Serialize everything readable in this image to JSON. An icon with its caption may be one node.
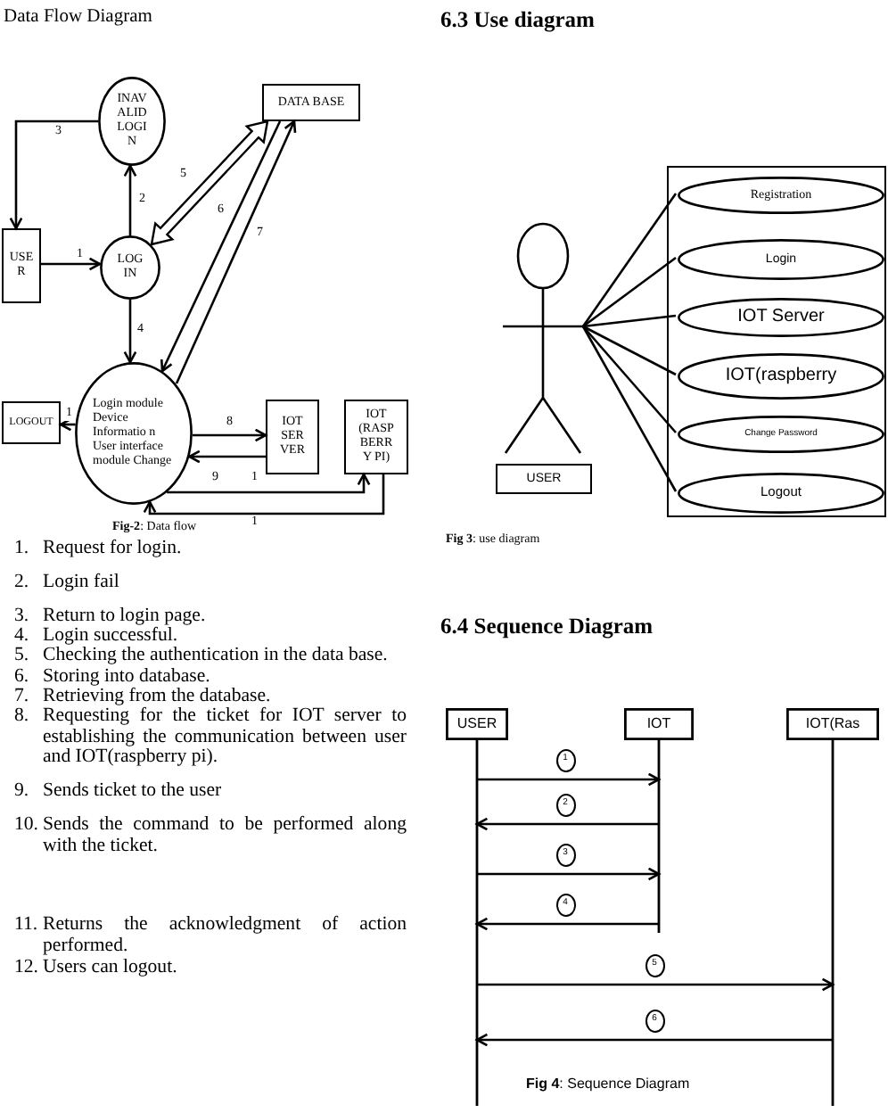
{
  "diagram": {
    "nodes": [
      {
        "text": [
          "INAV ALID LOGI N"
        ]
      },
      {
        "text": [
          "DATA BASE"
        ]
      },
      {
        "text": [
          "USE R"
        ]
      },
      {
        "text": [
          "LOG IN"
        ]
      },
      {
        "text": [
          "Login module Device Informatio n User interface module Change"
        ]
      },
      {
        "text": [
          "LOGOUT"
        ]
      },
      {
        "text": [
          "IOT SER VER"
        ]
      },
      {
        "text": [
          "IOT (RASP BERR Y PI)"
        ]
      },
      {
        "text": [],
        "shape": "person"
      },
      {
        "text": [
          "USER"
        ]
      },
      {
        "text": [],
        "shape": "box"
      },
      {
        "text": [
          "Registration"
        ],
        "in": 10
      },
      {
        "text": [
          "Login"
        ],
        "in": 10
      },
      {
        "text": [
          "IOT Server"
        ],
        "in": 10
      },
      {
        "text": [
          "IOT(raspberry"
        ],
        "in": 10
      },
      {
        "text": [
          "Change Password"
        ],
        "in": 10
      },
      {
        "text": [
          "Logout"
        ],
        "in": 10
      },
      {
        "text": [
          "USER"
        ]
      },
      {
        "text": [
          "IOT"
        ]
      },
      {
        "text": [
          "IOT(Ras"
        ]
      }
    ],
    "edges": [
      {
        "from": 2,
        "to": 3,
        "arrow": "to",
        "label": "1"
      },
      {
        "from": 3,
        "to": 0,
        "arrow": "to",
        "label": "2"
      },
      {
        "from": 0,
        "to": 2,
        "arrow": "to",
        "label": "3"
      },
      {
        "from": 3,
        "to": 4,
        "arrow": "to",
        "label": "4"
      },
      {
        "from": 3,
        "to": 1,
        "arrow": "both",
        "label": "5",
        "style": "thick"
      },
      {
        "from": 1,
        "to": 4,
        "arrow": "to",
        "label": "6"
      },
      {
        "from": 4,
        "to": 1,
        "arrow": "to",
        "label": "7"
      },
      {
        "from": 4,
        "to": 6,
        "arrow": "to",
        "label": "8"
      },
      {
        "from": 6,
        "to": 4,
        "arrow": "to",
        "label": "9"
      },
      {
        "from": 4,
        "to": 7,
        "arrow": "to",
        "label": "1"
      },
      {
        "from": 7,
        "to": 4,
        "arrow": "to",
        "label": "1"
      },
      {
        "from": 4,
        "to": 5,
        "arrow": "to",
        "label": "1"
      },
      {
        "from": 8,
        "to": 11,
        "arrow": "none"
      },
      {
        "from": 8,
        "to": 12,
        "arrow": "none"
      },
      {
        "from": 8,
        "to": 13,
        "arrow": "none"
      },
      {
        "from": 8,
        "to": 14,
        "arrow": "none"
      },
      {
        "from": 8,
        "to": 15,
        "arrow": "none"
      },
      {
        "from": 8,
        "to": 16,
        "arrow": "none"
      },
      {
        "from": 17,
        "to": 18,
        "arrow": "to",
        "label": "1"
      },
      {
        "from": 18,
        "to": 17,
        "arrow": "to",
        "label": "2"
      },
      {
        "from": 17,
        "to": 18,
        "arrow": "to",
        "label": "3"
      },
      {
        "from": 18,
        "to": 17,
        "arrow": "to",
        "label": "4"
      },
      {
        "from": 17,
        "to": 19,
        "arrow": "to",
        "label": "5"
      },
      {
        "from": 19,
        "to": 17,
        "arrow": "to",
        "label": "6"
      }
    ],
    "labels": [
      "Data Flow Diagram",
      "**Fig-2**: Data flow",
      "1.",
      "Request for login.",
      "2.",
      "Login fail",
      "3.",
      "Return to login page.",
      "4.",
      "Login successful.",
      "5.",
      "Checking the authentication in the data base.",
      "6.",
      "Storing into database.",
      "7.",
      "Retrieving from the database.",
      "8.",
      "Requesting for the ticket for IOT server to establishing the communication between user and IOT(raspberry pi).",
      "9.",
      "Sends ticket to the user",
      "10.",
      "Sends the command to be performed along with the ticket.",
      "11.",
      "Returns the acknowledgment of action performed.",
      "12.",
      "Users can logout.",
      "6.3 Use diagram",
      "**Fig 3**: use diagram",
      "6.4 Sequence Diagram",
      "**Fig 4**: Sequence Diagram"
    ]
  }
}
